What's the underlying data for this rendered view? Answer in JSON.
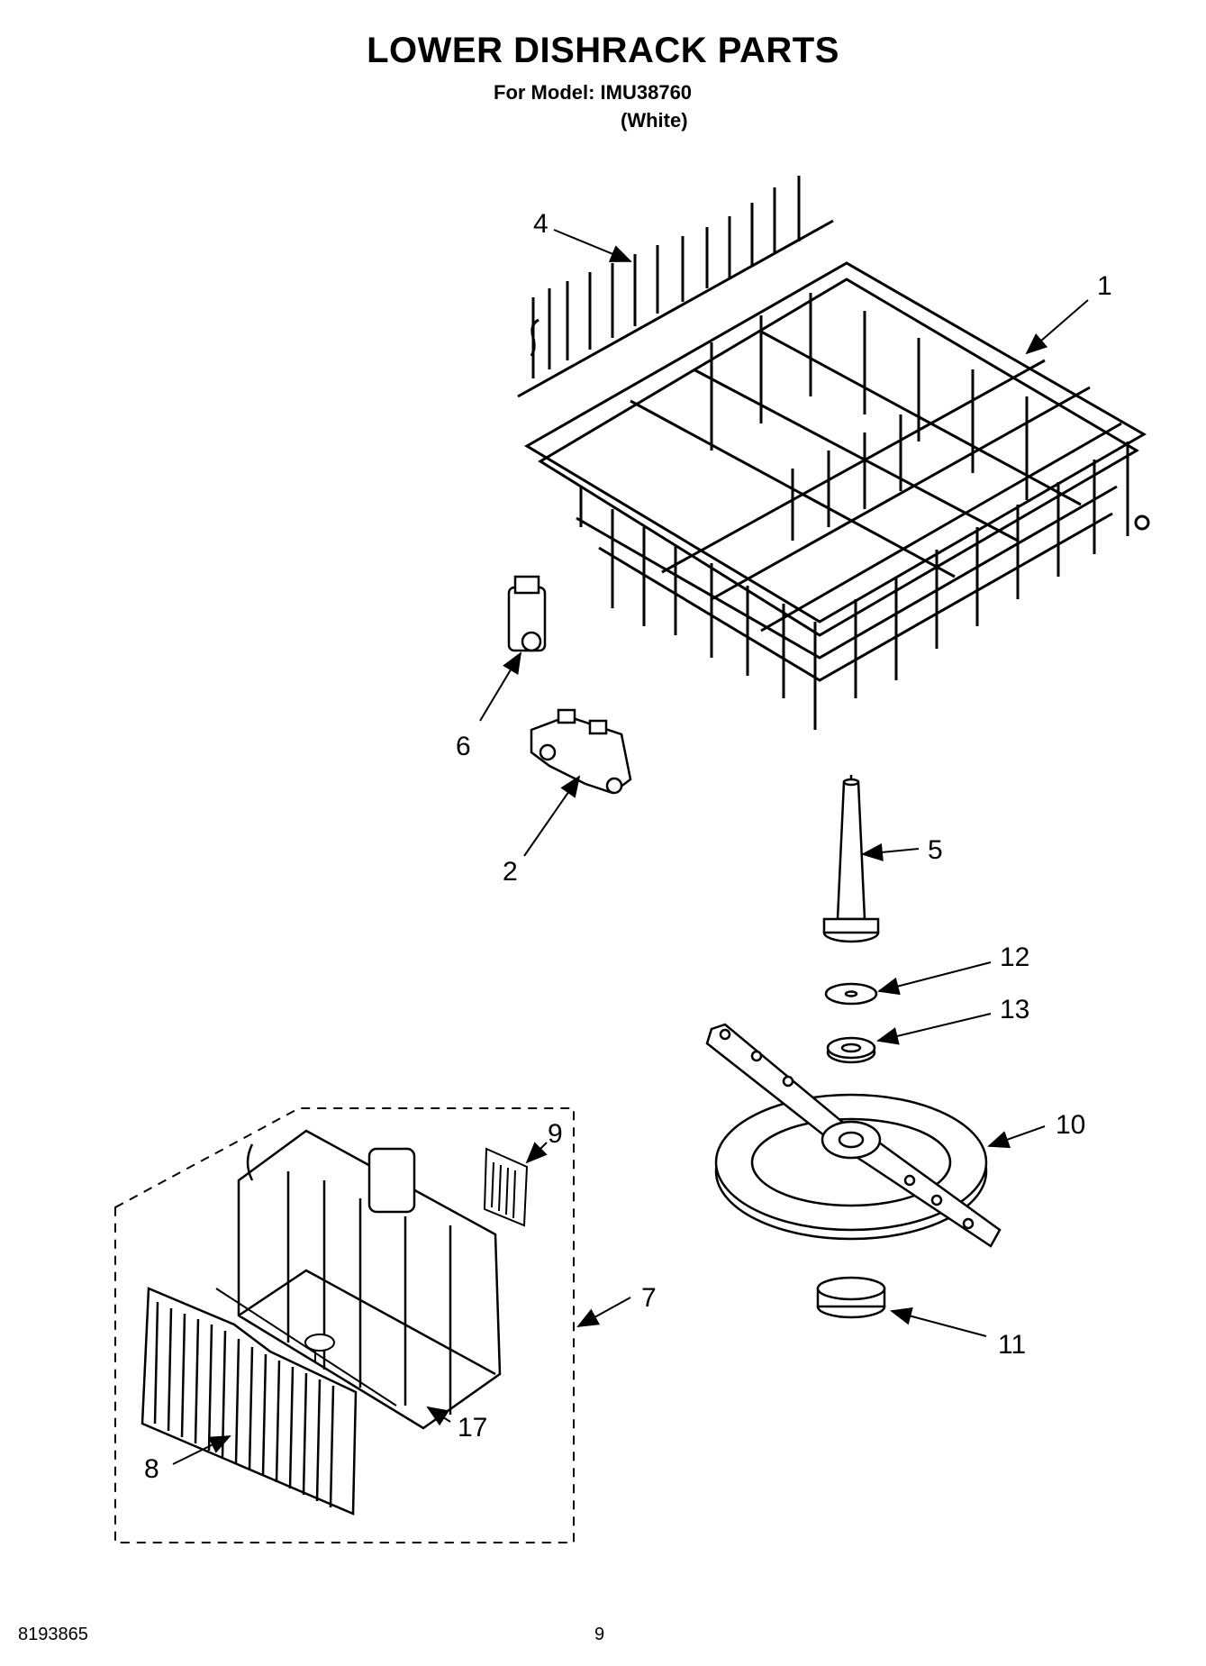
{
  "header": {
    "title": "LOWER DISHRACK PARTS",
    "model_line": "For Model: IMU38760",
    "color_line": "(White)"
  },
  "footer": {
    "doc_number": "8193865",
    "page_number": "9"
  },
  "callouts": [
    "1",
    "2",
    "4",
    "5",
    "6",
    "7",
    "8",
    "9",
    "10",
    "11",
    "12",
    "13",
    "17"
  ]
}
